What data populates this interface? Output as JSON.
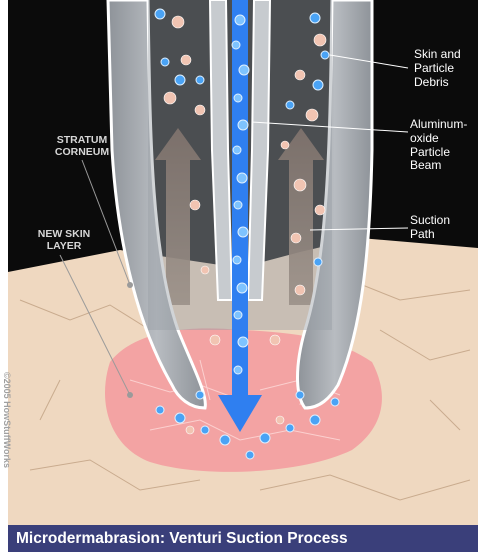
{
  "labels": {
    "skin_debris": [
      "Skin and",
      "Particle",
      "Debris"
    ],
    "beam": [
      "Aluminum-",
      "oxide",
      "Particle",
      "Beam"
    ],
    "suction": [
      "Suction",
      "Path"
    ],
    "stratum": [
      "STRATUM",
      "CORNEUM"
    ],
    "new_skin": [
      "NEW SKIN",
      "LAYER"
    ]
  },
  "copyright": "©2005 HowStuffWorks",
  "caption": "Microdermabrasion: Venturi Suction Process",
  "colors": {
    "background": "#0b0b0b",
    "skin_surface": "#f0d9c2",
    "exposed_skin": "#f3a3a3",
    "tube_grey": "#a5aab0",
    "beam_blue": "#2f7ff0",
    "particle_blue": "#4aa3f5",
    "arrow_brown": "#6b5040",
    "caption_bar": "#3a3f7a"
  }
}
